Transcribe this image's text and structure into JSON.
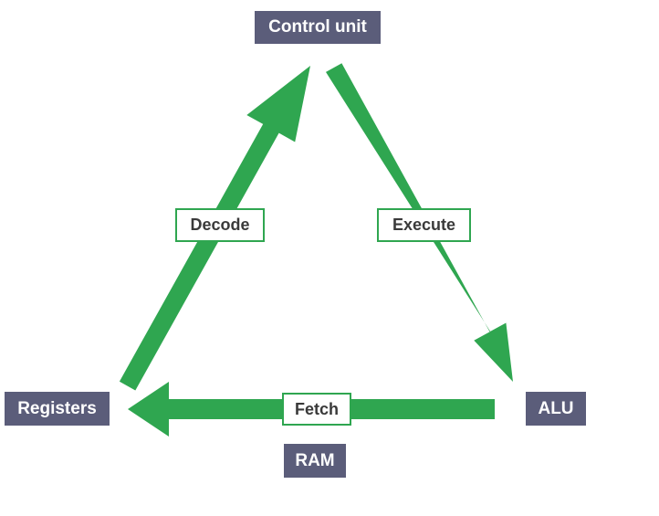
{
  "nodes": {
    "control_unit": "Control unit",
    "registers": "Registers",
    "alu": "ALU",
    "ram": "RAM"
  },
  "steps": {
    "decode": "Decode",
    "execute": "Execute",
    "fetch": "Fetch"
  },
  "colors": {
    "arrow": "#2fa650",
    "node_bg": "#5b5d7a",
    "node_text": "#ffffff",
    "label_border": "#2fa650",
    "label_text": "#3a3a3a"
  }
}
